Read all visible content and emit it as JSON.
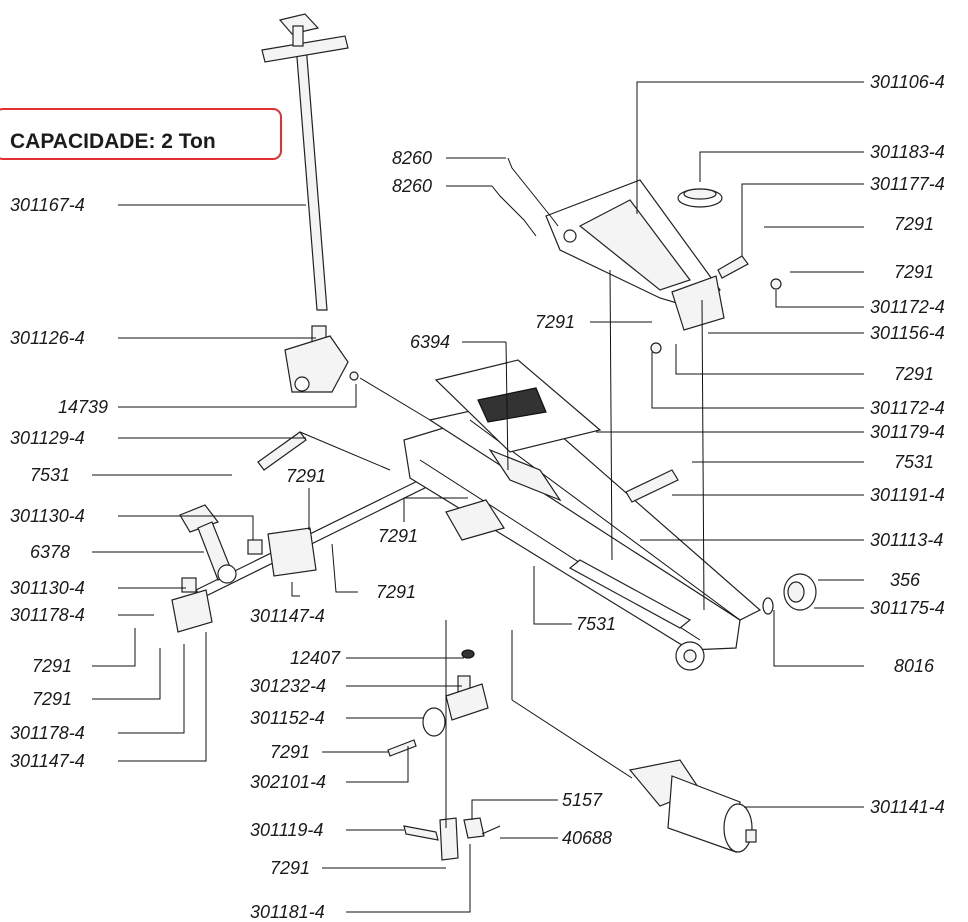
{
  "capacity_label": "CAPACIDADE: 2 Ton",
  "colors": {
    "capacity_border": "#e03030",
    "ink": "#1a1a1a"
  },
  "part_labels": [
    {
      "id": "p301106",
      "text": "301106-4"
    },
    {
      "id": "p8260a",
      "text": "8260"
    },
    {
      "id": "p8260b",
      "text": "8260"
    },
    {
      "id": "p301183",
      "text": "301183-4"
    },
    {
      "id": "p301177",
      "text": "301177-4"
    },
    {
      "id": "p301167",
      "text": "301167-4"
    },
    {
      "id": "p7291a",
      "text": "7291"
    },
    {
      "id": "p7291b",
      "text": "7291"
    },
    {
      "id": "p301172a",
      "text": "301172-4"
    },
    {
      "id": "p7291c",
      "text": "7291"
    },
    {
      "id": "p301156",
      "text": "301156-4"
    },
    {
      "id": "p301126",
      "text": "301126-4"
    },
    {
      "id": "p6394",
      "text": "6394"
    },
    {
      "id": "p7291d",
      "text": "7291"
    },
    {
      "id": "p14739",
      "text": "14739"
    },
    {
      "id": "p301172b",
      "text": "301172-4"
    },
    {
      "id": "p301129",
      "text": "301129-4"
    },
    {
      "id": "p301179",
      "text": "301179-4"
    },
    {
      "id": "p7531a",
      "text": "7531"
    },
    {
      "id": "p7291e",
      "text": "7291"
    },
    {
      "id": "p7531b",
      "text": "7531"
    },
    {
      "id": "p301191",
      "text": "301191-4"
    },
    {
      "id": "p301130a",
      "text": "301130-4"
    },
    {
      "id": "p7291f",
      "text": "7291"
    },
    {
      "id": "p301113",
      "text": "301113-4"
    },
    {
      "id": "p6378",
      "text": "6378"
    },
    {
      "id": "p301130b",
      "text": "301130-4"
    },
    {
      "id": "p7291g",
      "text": "7291"
    },
    {
      "id": "p356",
      "text": "356"
    },
    {
      "id": "p301178a",
      "text": "301178-4"
    },
    {
      "id": "p301147a",
      "text": "301147-4"
    },
    {
      "id": "p301175",
      "text": "301175-4"
    },
    {
      "id": "p7531c",
      "text": "7531"
    },
    {
      "id": "p7291h",
      "text": "7291"
    },
    {
      "id": "p8016",
      "text": "8016"
    },
    {
      "id": "p12407",
      "text": "12407"
    },
    {
      "id": "p7291i",
      "text": "7291"
    },
    {
      "id": "p301232",
      "text": "301232-4"
    },
    {
      "id": "p301178b",
      "text": "301178-4"
    },
    {
      "id": "p301152",
      "text": "301152-4"
    },
    {
      "id": "p301147b",
      "text": "301147-4"
    },
    {
      "id": "p7291j",
      "text": "7291"
    },
    {
      "id": "p302101",
      "text": "302101-4"
    },
    {
      "id": "p5157",
      "text": "5157"
    },
    {
      "id": "p301141",
      "text": "301141-4"
    },
    {
      "id": "p301119",
      "text": "301119-4"
    },
    {
      "id": "p40688",
      "text": "40688"
    },
    {
      "id": "p7291k",
      "text": "7291"
    },
    {
      "id": "p301181",
      "text": "301181-4"
    }
  ]
}
